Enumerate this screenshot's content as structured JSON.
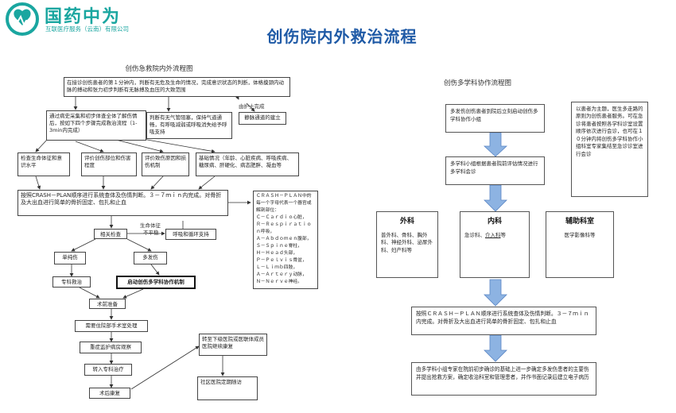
{
  "logo": {
    "brand": "国药中为",
    "subtitle": "互联医疗服务（云南）有限公司",
    "color": "#1aa6a0"
  },
  "main_title": "创伤院内外救治流程",
  "left": {
    "title": "创伤急救院内外流程图",
    "top_box": "在接诊创伤患者的第１分钟内，判断有无危及生命的情况，完成意识状态的判断，体格摸颈内动脉的搏动和张力初步判断有无脉搏及血压的大致范围",
    "nurse_done": "由护士完成",
    "assess_box": "通过病史采集和初步体查全体了解伤情后，按如下四个步骤完成救治流程（1-3min内完成）",
    "airway_box": "判断有无气管阻塞，保持气道通畅，有呼吸减弱或呼吸消失给予呼吸支持",
    "vein_box": "静脉通道的建立",
    "sub_boxes": [
      "检查生命体征和意识水平",
      "评价创伤部位和伤害程度",
      "评价致伤原因和损伤机制",
      "基础情况（年龄、心脏疾病、呼吸疾病、糖尿病、肝硬化、病态肥胖、凝血等"
    ],
    "crash_box": "按照CRASH－PLAN顺序进行系统查体及伤情判断。３－７ｍｉｎ内完成。对骨折及大出血进行简单的骨折固定、包扎和止血",
    "crash_plan": {
      "intro": "ＣＲＡＳＨ－ＰＬＡＮ中的每一个字母代表一个器官或解剖部位：",
      "items": [
        "Ｃ－Ｃａｒｄｉｏ心脏，",
        "Ｒ－Ｒｅｓｐｉｒａｔｉｏｎ呼吸，",
        "Ａ－Ａｂｄｏｍｅｎ腹部，",
        "Ｓ－Ｓｐｉｎｅ脊柱，",
        "Ｈ－Ｈｅａｄ头部，",
        "Ｐ－Ｐｅｌｖｉｓ骨盆，",
        "Ｌ－Ｌｉｍｂ四肢，",
        "Ａ－Ａｒｔｅｒｙ动脉，",
        "Ｎ－Ｎｅｒｖｅ神经。"
      ]
    },
    "unstable_label": "生命体征",
    "unstable_label2": "不平稳",
    "life_support": "呼吸和循环支持",
    "related_check": "相关检查",
    "single_injury": "单纯伤",
    "multiple_injury": "多发伤",
    "specialty_rescue": "专科救治",
    "start_mdt": "启动创伤多学科协作机制",
    "surgery_prep": "术前准备",
    "or_handling": "需要住院部手术室处理",
    "icu": "重症监护病房观察",
    "transfer_ward": "转入专科治疗",
    "transfer_lower": "转至下级医院或医联体成员医院继续康复",
    "post_rehab": "术后康复",
    "community_visit": "社区医院定期随访"
  },
  "right": {
    "title": "创伤多学科协作流程图",
    "box1": "多发伤创伤患者到院后立刻启动创伤多学科协作小组",
    "box2": "多学科小组根据患者院前评估情况进行多学科会诊",
    "side_note": "以患者为主题，医生多走路的原则为创伤患者服务。可在急诊将患者按照各学科诊室设置顺序依次进行会诊，也可在１０分钟内将创伤多学科协作小组科室专家集结至急诊诊室进行会诊",
    "surgery": {
      "title": "外科",
      "body": "普外科、骨科、胸外科、神经外科、泌尿外科、妇产科等"
    },
    "internal": {
      "title": "内科",
      "body_pre": "急诊科、",
      "body_link": "介入科",
      "body_post": "等"
    },
    "aux": {
      "title": "辅助科室",
      "body": "医学影像科等"
    },
    "crash_box": "按照ＣＲＡＳＨ－ＰＬＡＮ顺序进行系统查体及伤情判断。３－７ｍｉｎ内完成。对骨折及大出血进行简单的骨折固定、包扎和止血",
    "final_box": "由多学科小组专家在院前初步确诊的基础上进一步确定多发伤患者的主要伤并提出抢救方案，确定收治科室和管理患者，并作书面记录后建立电子病历"
  },
  "colors": {
    "title_blue": "#1f5aa6",
    "arrow_fill": "#8db3e2",
    "arrow_stroke": "#5b86c5"
  }
}
